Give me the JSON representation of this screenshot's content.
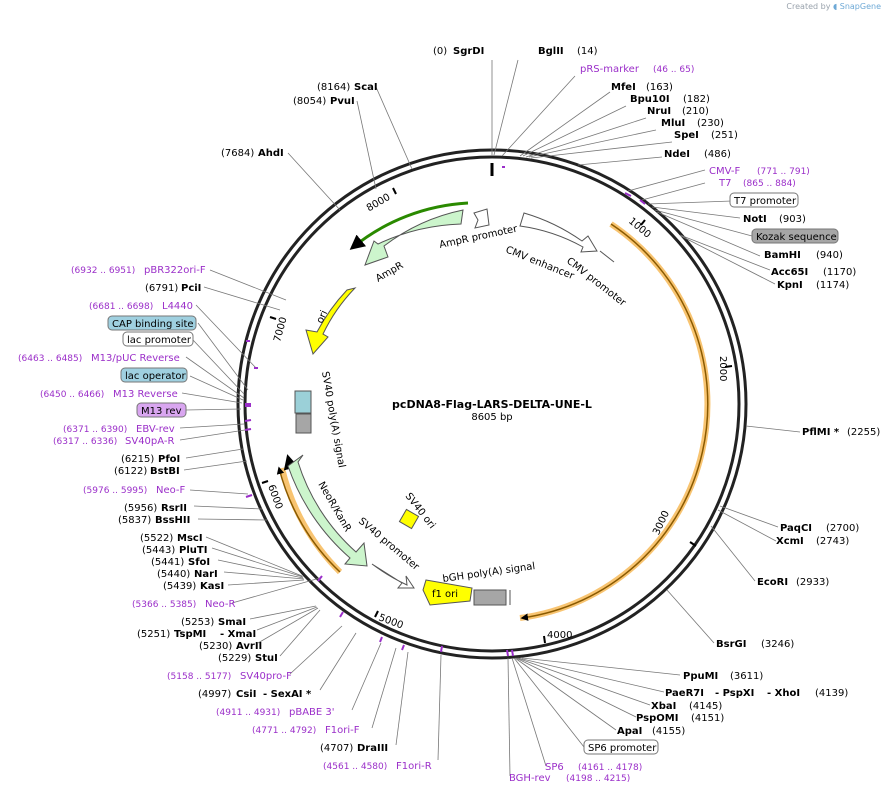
{
  "credit": {
    "prefix": "Created by",
    "brand": "SnapGene"
  },
  "plasmid": {
    "name": "pcDNA8-Flag-LARS-DELTA-UNE-L",
    "size": "8605 bp"
  },
  "ticks": [
    "1000",
    "2000",
    "3000",
    "4000",
    "5000",
    "6000",
    "7000",
    "8000"
  ],
  "enzymes": [
    {
      "name": "SgrDI",
      "pos": "(0)"
    },
    {
      "name": "BglII",
      "pos": "(14)"
    },
    {
      "name": "MfeI",
      "pos": "(163)"
    },
    {
      "name": "Bpu10I",
      "pos": "(182)"
    },
    {
      "name": "NruI",
      "pos": "(210)"
    },
    {
      "name": "MluI",
      "pos": "(230)"
    },
    {
      "name": "SpeI",
      "pos": "(251)"
    },
    {
      "name": "NdeI",
      "pos": "(486)"
    },
    {
      "name": "NotI",
      "pos": "(903)"
    },
    {
      "name": "BamHI",
      "pos": "(940)"
    },
    {
      "name": "Acc65I",
      "pos": "(1170)"
    },
    {
      "name": "KpnI",
      "pos": "(1174)"
    },
    {
      "name": "PflMI *",
      "pos": "(2255)"
    },
    {
      "name": "PaqCI",
      "pos": "(2700)"
    },
    {
      "name": "XcmI",
      "pos": "(2743)"
    },
    {
      "name": "EcoRI",
      "pos": "(2933)"
    },
    {
      "name": "BsrGI",
      "pos": "(3246)"
    },
    {
      "name": "PpuMI",
      "pos": "(3611)"
    },
    {
      "name": "PaeR7I",
      "pos": ""
    },
    {
      "name": "- PspXI",
      "pos": ""
    },
    {
      "name": "- XhoI",
      "pos": "(4139)"
    },
    {
      "name": "XbaI",
      "pos": "(4145)"
    },
    {
      "name": "PspOMI",
      "pos": "(4151)"
    },
    {
      "name": "ApaI",
      "pos": "(4155)"
    },
    {
      "name": "DraIII",
      "pos": "(4707)"
    },
    {
      "name": "CsiI",
      "pos": "(4997)"
    },
    {
      "name": "- SexAI *",
      "pos": ""
    },
    {
      "name": "StuI",
      "pos": "(5229)"
    },
    {
      "name": "AvrII",
      "pos": "(5230)"
    },
    {
      "name": "TspMI",
      "pos": "(5251)"
    },
    {
      "name": "- XmaI",
      "pos": ""
    },
    {
      "name": "SmaI",
      "pos": "(5253)"
    },
    {
      "name": "KasI",
      "pos": "(5439)"
    },
    {
      "name": "NarI",
      "pos": "(5440)"
    },
    {
      "name": "SfoI",
      "pos": "(5441)"
    },
    {
      "name": "PluTI",
      "pos": "(5443)"
    },
    {
      "name": "MscI",
      "pos": "(5522)"
    },
    {
      "name": "BssHII",
      "pos": "(5837)"
    },
    {
      "name": "RsrII",
      "pos": "(5956)"
    },
    {
      "name": "BstBI",
      "pos": "(6122)"
    },
    {
      "name": "PfoI",
      "pos": "(6215)"
    },
    {
      "name": "PciI",
      "pos": "(6791)"
    },
    {
      "name": "AhdI",
      "pos": "(7684)"
    },
    {
      "name": "PvuI",
      "pos": "(8054)"
    },
    {
      "name": "ScaI",
      "pos": "(8164)"
    }
  ],
  "primers": [
    {
      "name": "pRS-marker",
      "pos": "(46 .. 65)"
    },
    {
      "name": "CMV-F",
      "pos": "(771 .. 791)"
    },
    {
      "name": "T7",
      "pos": "(865 .. 884)"
    },
    {
      "name": "SP6",
      "pos": "(4161 .. 4178)"
    },
    {
      "name": "BGH-rev",
      "pos": "(4198 .. 4215)"
    },
    {
      "name": "F1ori-R",
      "pos": "(4561 .. 4580)"
    },
    {
      "name": "F1ori-F",
      "pos": "(4771 .. 4792)"
    },
    {
      "name": "pBABE 3'",
      "pos": "(4911 .. 4931)"
    },
    {
      "name": "SV40pro-F",
      "pos": "(5158 .. 5177)"
    },
    {
      "name": "Neo-R",
      "pos": "(5366 .. 5385)"
    },
    {
      "name": "Neo-F",
      "pos": "(5976 .. 5995)"
    },
    {
      "name": "SV40pA-R",
      "pos": "(6317 .. 6336)"
    },
    {
      "name": "EBV-rev",
      "pos": "(6371 .. 6390)"
    },
    {
      "name": "M13 Reverse",
      "pos": "(6450 .. 6466)"
    },
    {
      "name": "M13/pUC Reverse",
      "pos": "(6463 .. 6485)"
    },
    {
      "name": "L4440",
      "pos": "(6681 .. 6698)"
    },
    {
      "name": "pBR322ori-F",
      "pos": "(6932 .. 6951)"
    }
  ],
  "boxes": [
    {
      "name": "T7 promoter"
    },
    {
      "name": "Kozak sequence"
    },
    {
      "name": "SP6 promoter"
    },
    {
      "name": "CAP binding site"
    },
    {
      "name": "lac promoter"
    },
    {
      "name": "lac operator"
    },
    {
      "name": "M13 rev"
    }
  ],
  "features": [
    {
      "name": "AmpR promoter"
    },
    {
      "name": "AmpR"
    },
    {
      "name": "CMV enhancer"
    },
    {
      "name": "CMV promoter"
    },
    {
      "name": "ori"
    },
    {
      "name": "SV40 poly(A) signal"
    },
    {
      "name": "NeoR/KanR"
    },
    {
      "name": "SV40 promoter"
    },
    {
      "name": "SV40 ori"
    },
    {
      "name": "bGH poly(A) signal"
    },
    {
      "name": "f1 ori"
    }
  ],
  "colors": {
    "amp": "#ccf5cc",
    "ori": "#ffff00",
    "promoter": "#ffffff",
    "orf": "#f6b54d",
    "primer": "#9b2fc9",
    "polyA": "#a6a6a6",
    "box_blue": "#9fd0e0",
    "box_purple": "#d9a6f0"
  }
}
